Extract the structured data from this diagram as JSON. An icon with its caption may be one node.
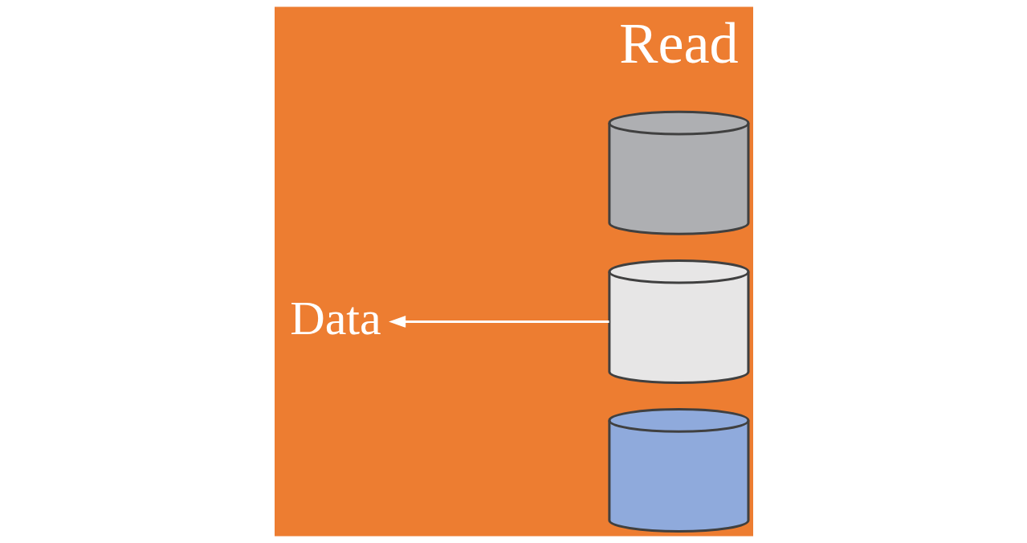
{
  "diagram": {
    "nodes": [
      {
        "text": [
          "Data"
        ]
      },
      {
        "text": [],
        "shape": "cylinder"
      },
      {
        "text": [],
        "shape": "cylinder"
      },
      {
        "text": [],
        "shape": "cylinder"
      }
    ],
    "edges": [
      {
        "from": 2,
        "to": 0,
        "arrow": "to"
      }
    ],
    "labels": [
      "Read"
    ]
  }
}
